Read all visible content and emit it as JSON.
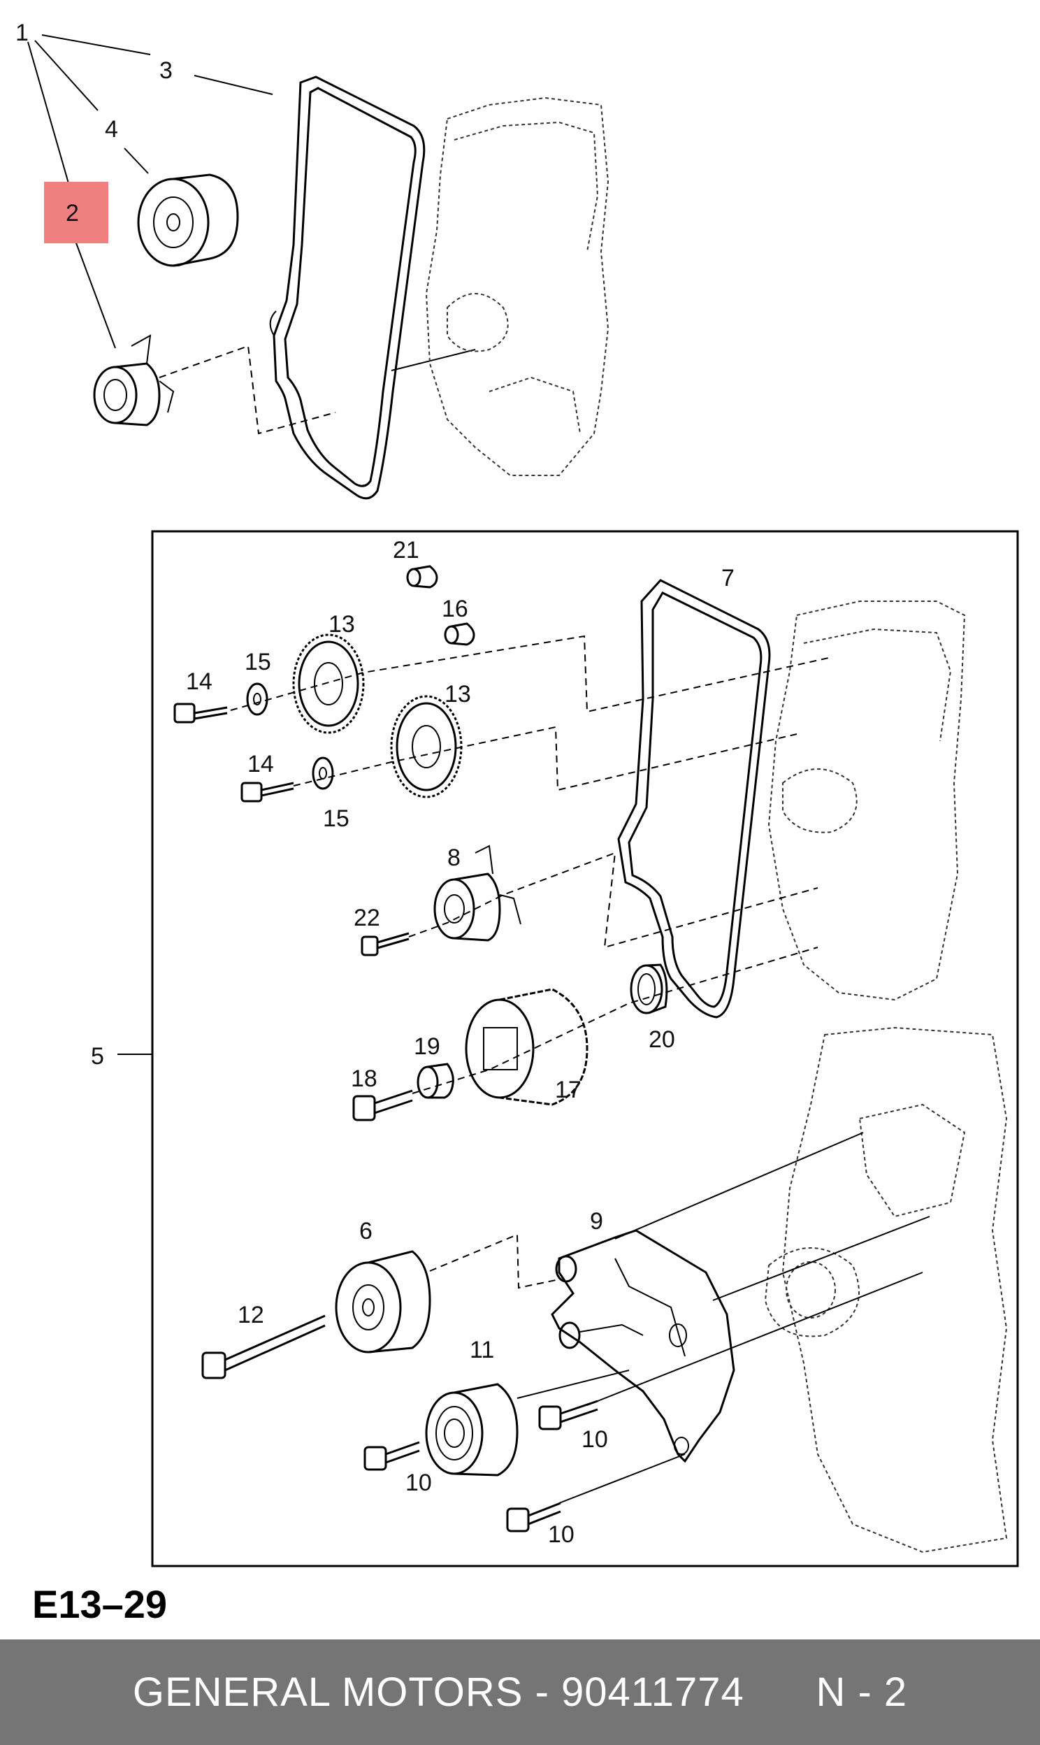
{
  "callouts": {
    "c1": "1",
    "c2": "2",
    "c3": "3",
    "c4": "4",
    "c5": "5",
    "c6": "6",
    "c7": "7",
    "c8": "8",
    "c9": "9",
    "c10a": "10",
    "c10b": "10",
    "c10c": "10",
    "c11": "11",
    "c12": "12",
    "c13a": "13",
    "c13b": "13",
    "c14a": "14",
    "c14b": "14",
    "c15a": "15",
    "c15b": "15",
    "c16": "16",
    "c17": "17",
    "c18": "18",
    "c19": "19",
    "c20": "20",
    "c21": "21",
    "c22": "22"
  },
  "highlight_color": "#f08080",
  "diagram_code": "E13–29",
  "footer": {
    "text": "GENERAL MOTORS - 90411774      N - 2",
    "background": "#757575"
  }
}
